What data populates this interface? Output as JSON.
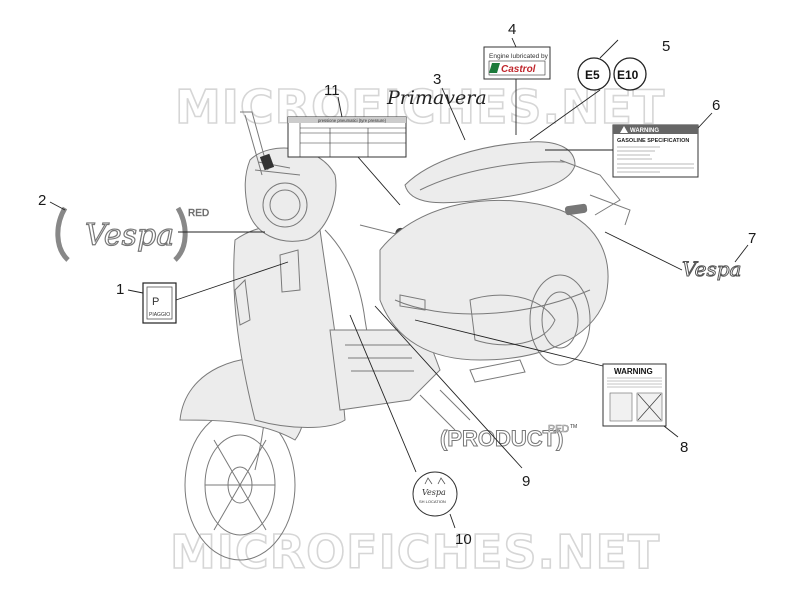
{
  "watermark": {
    "text": "MICROFICHES.NET"
  },
  "callouts": [
    "1",
    "2",
    "3",
    "4",
    "5",
    "6",
    "7",
    "8",
    "9",
    "10",
    "11"
  ],
  "decals": {
    "primavera": "Primavera",
    "vespa_script": "Vespa",
    "red_mark": "RED",
    "product_red": "(PRODUCT)",
    "product_red_suffix": "RED",
    "tm": "TM",
    "plate_letter": "P",
    "plate_brand": "PIAGGIO",
    "castrol_top": "Engine lubricated by",
    "castrol_brand": "Castrol",
    "fuel_e5": "E5",
    "fuel_e10": "E10",
    "warning_title": "WARNING",
    "gasoline_spec": "GASOLINE SPECIFICATION",
    "warning_big": "WARNING",
    "tire_pressure_title": "pressione pneumatici (tyre pressure)",
    "round_badge_text": "Vespa",
    "round_badge_sub": "SH LOCATION"
  },
  "colors": {
    "line": "#222222",
    "scooter_line": "#7a7a7a",
    "watermark_outline": "#d6d6d6",
    "castrol_red": "#c0272d",
    "castrol_green": "#1b7a3a"
  }
}
